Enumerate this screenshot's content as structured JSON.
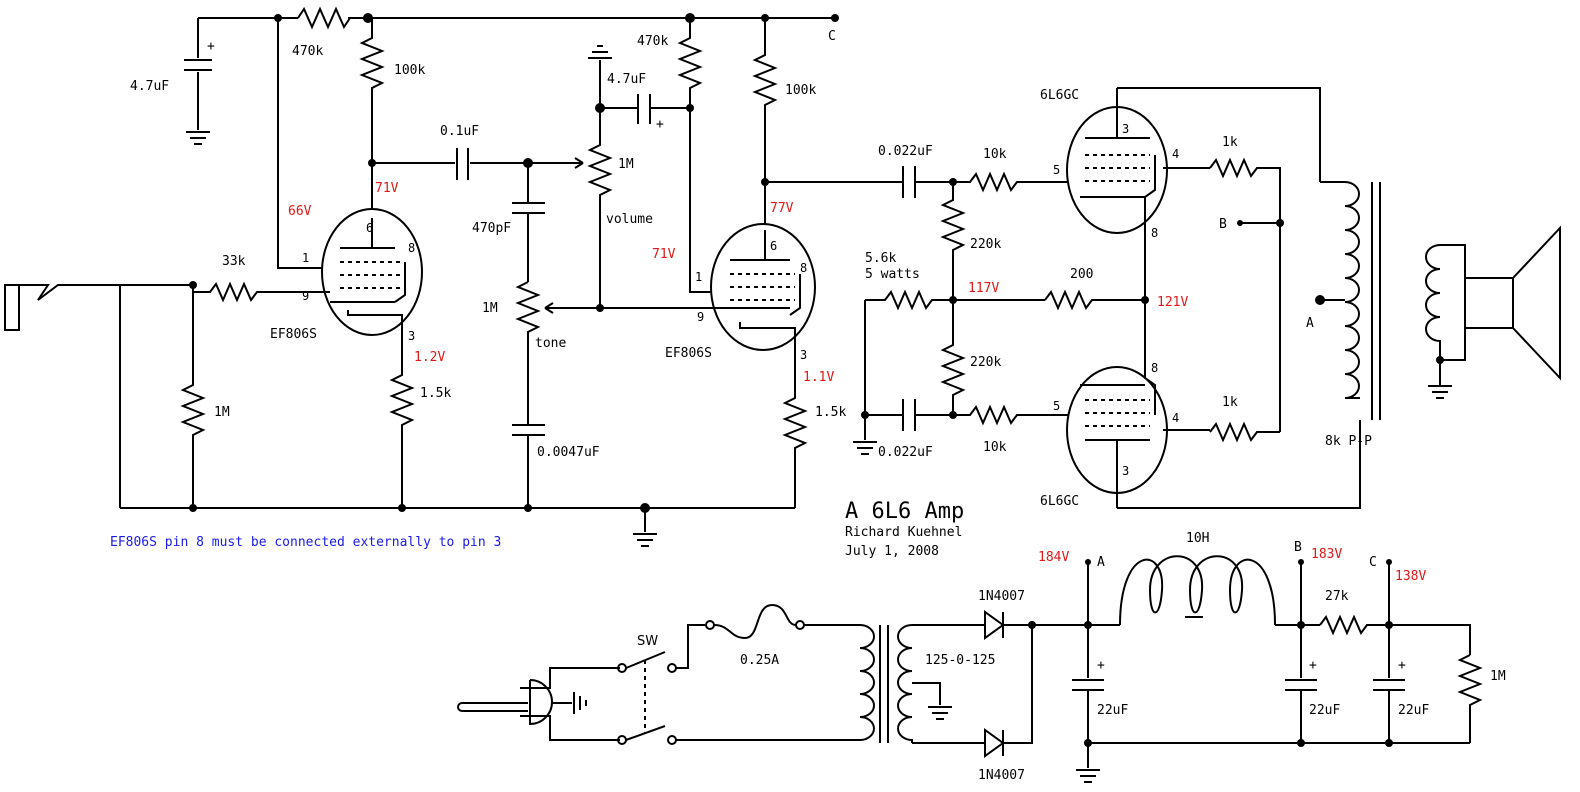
{
  "title": "A 6L6 Amp",
  "author": "Richard Kuehnel",
  "date": "July 1, 2008",
  "note": "EF806S pin 8 must be connected externally to pin 3",
  "voltages": {
    "v1_grid2": "66V",
    "v1_plate": "71V",
    "v1_cathode": "1.2V",
    "v2_grid2": "71V",
    "v2_plate": "77V",
    "v2_cathode": "1.1V",
    "screen_node": "117V",
    "plate_node": "121V",
    "supply_a": "184V",
    "supply_b": "183V",
    "supply_c": "138V"
  },
  "tubes": {
    "preamp": "EF806S",
    "power": "6L6GC"
  },
  "components": {
    "c_470k_top": "470k",
    "c_4u7_left": "4.7uF",
    "c_100k_v1": "100k",
    "c_0u1": "0.1uF",
    "c_470k_mid": "470k",
    "c_4u7_mid": "4.7uF",
    "c_100k_v2": "100k",
    "c_1m_pot": "1M",
    "c_volume": "volume",
    "c_470pf": "470pF",
    "c_1m_tone": "1M",
    "c_tone": "tone",
    "c_0u0047": "0.0047uF",
    "c_33k": "33k",
    "c_1m_grid": "1M",
    "c_1k5_v1": "1.5k",
    "c_1k5_v2": "1.5k",
    "c_0u022_top": "0.022uF",
    "c_10k_top": "10k",
    "c_220k_top": "220k",
    "c_5k6": "5.6k",
    "c_5w": "5 watts",
    "c_200": "200",
    "c_220k_bot": "220k",
    "c_0u022_bot": "0.022uF",
    "c_10k_bot": "10k",
    "c_1k_top": "1k",
    "c_1k_bot": "1k",
    "c_8k": "8k P-P",
    "c_sw": "SW",
    "c_fuse": "0.25A",
    "c_125": "125-0-125",
    "c_1n4007_top": "1N4007",
    "c_1n4007_bot": "1N4007",
    "c_10h": "10H",
    "c_27k": "27k",
    "c_22uf_1": "22uF",
    "c_22uf_2": "22uF",
    "c_22uf_3": "22uF",
    "c_1m_bleed": "1M"
  },
  "nodes": {
    "a": "A",
    "b": "B",
    "c": "C"
  },
  "pins": {
    "p1": "1",
    "p3": "3",
    "p4": "4",
    "p5": "5",
    "p6": "6",
    "p8": "8",
    "p9": "9"
  },
  "polarity": "+"
}
